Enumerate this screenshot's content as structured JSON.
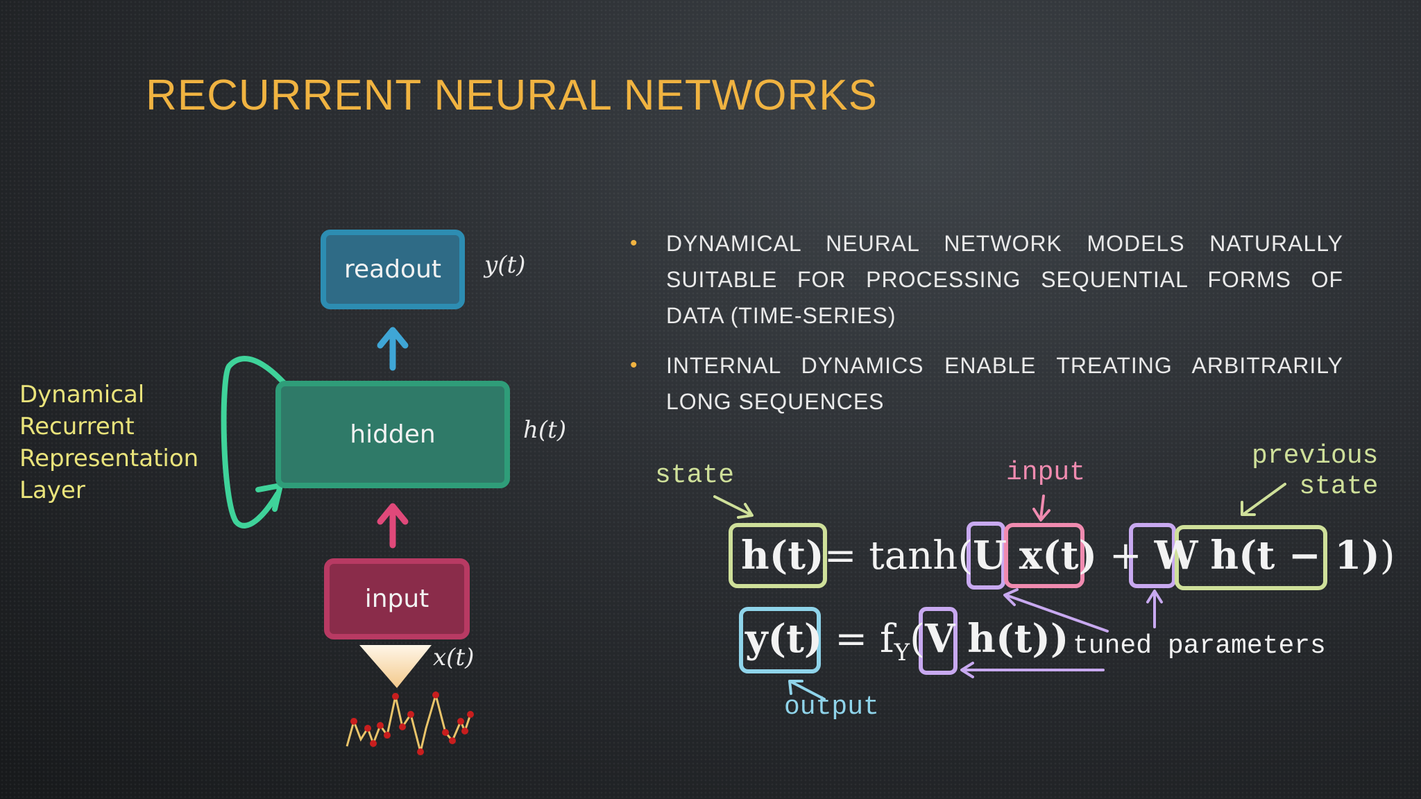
{
  "slide": {
    "title": "RECURRENT NEURAL NETWORKS",
    "accent_color": "#f0b341"
  },
  "diagram": {
    "nodes": {
      "readout": "readout",
      "hidden": "hidden",
      "input": "input"
    },
    "symbols": {
      "readout": "y(t)",
      "hidden": "h(t)",
      "input": "x(t)"
    },
    "side_label": [
      "Dynamical",
      "Recurrent",
      "Representation",
      "Layer"
    ],
    "colors": {
      "readout": "#2d8db2",
      "hidden": "#2f9d79",
      "input": "#b83a63",
      "recurrent_loop": "#3fd39a",
      "side_label": "#e9e37b"
    }
  },
  "bullets": [
    "Dynamical Neural Network models naturally suitable for processing sequential forms of data (time-series)",
    "Internal dynamics enable treating arbitrarily long sequences"
  ],
  "equations": {
    "state": {
      "lhs": "h(t)",
      "eq_tanh": "= tanh(",
      "U": "U",
      "x": "x(t)",
      "plus": "+",
      "W": "W",
      "prev": "h(t − 1)",
      "close": ")"
    },
    "output": {
      "lhs": "y(t)",
      "eq_f": "= f",
      "sub": "Y",
      "open": "(",
      "V": "V",
      "h": "h(t))"
    }
  },
  "annotations": {
    "state": "state",
    "input": "input",
    "previous_state": [
      "previous",
      "state"
    ],
    "tuned_parameters": "tuned parameters",
    "output": "output"
  },
  "annotation_colors": {
    "state": "#cfe09a",
    "input": "#f08bb0",
    "params": "#c8a9f0",
    "output": "#8fd4ea"
  }
}
